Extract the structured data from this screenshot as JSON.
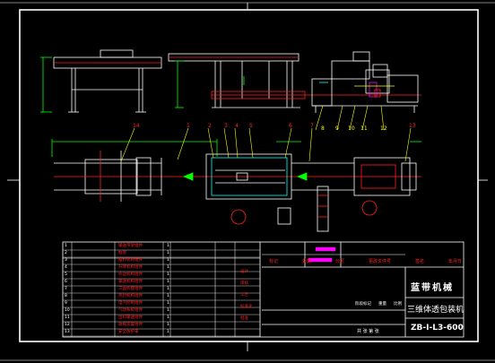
{
  "drawing": {
    "balloon_numbers": [
      "1",
      "2",
      "3",
      "4",
      "5",
      "6",
      "7",
      "8",
      "9",
      "10",
      "11",
      "12",
      "13",
      "14"
    ],
    "title_block": {
      "company": "蓝带机械",
      "product_name": "三维体透包装机",
      "drawing_number": "ZB-I-L3-600",
      "header_labels": [
        "标记",
        "处数",
        "分区",
        "更改文件号",
        "签名",
        "年月日"
      ],
      "row_labels": [
        "设计",
        "审核",
        "工艺",
        "标准化",
        "批准"
      ],
      "stage_labels": [
        "阶段标记",
        "重量",
        "比例"
      ],
      "sheet_label": "共 张 第 张"
    },
    "parts_list": [
      {
        "no": "1",
        "name": "输送带架组件",
        "qty": "1"
      },
      {
        "no": "2",
        "name": "框架",
        "qty": "1"
      },
      {
        "no": "3",
        "name": "推料机构组件",
        "qty": "1"
      },
      {
        "no": "4",
        "name": "升降机构组件",
        "qty": "1"
      },
      {
        "no": "5",
        "name": "折边机构组件",
        "qty": "1"
      },
      {
        "no": "6",
        "name": "输送机构组件",
        "qty": "1"
      },
      {
        "no": "7",
        "name": "三面折膜组件",
        "qty": "1"
      },
      {
        "no": "8",
        "name": "热封机构组件",
        "qty": "1"
      },
      {
        "no": "9",
        "name": "电气控制组件",
        "qty": "1"
      },
      {
        "no": "10",
        "name": "气动系统组件",
        "qty": "1"
      },
      {
        "no": "11",
        "name": "出料输送组件",
        "qty": "1"
      },
      {
        "no": "12",
        "name": "收缩装置组件",
        "qty": "1"
      },
      {
        "no": "13",
        "name": "安全防护罩",
        "qty": "1"
      }
    ],
    "colors": {
      "background": "#000000",
      "frame": "#ffffff",
      "outline": "#ffffff",
      "dimension": "#00ff00",
      "centerline": "#ff2020",
      "leader": "#ffff00",
      "hidden": "#00ffff",
      "accent": "#ff00ff"
    }
  }
}
